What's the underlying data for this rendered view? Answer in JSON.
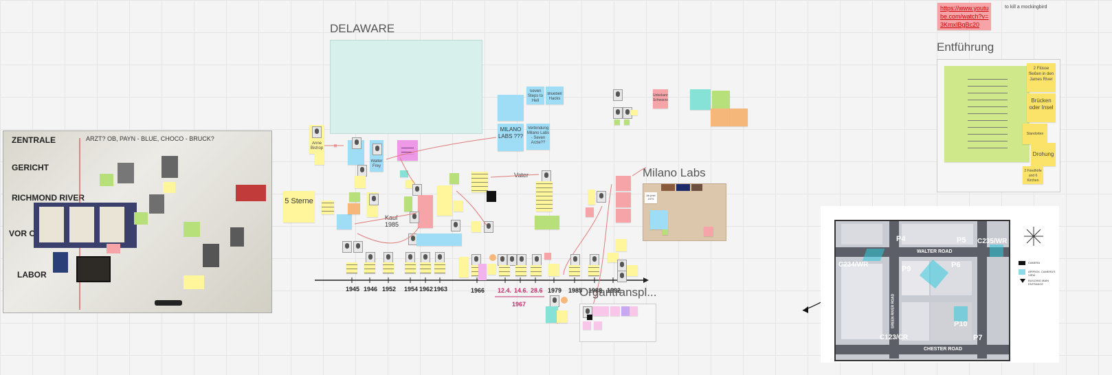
{
  "frames": {
    "delaware": "DELAWARE",
    "milano": "Milano Labs",
    "organ": "Organtranspl...",
    "entfuehrung": "Entführung"
  },
  "whiteboard": {
    "row1": "ZENTRALE",
    "row2": "GERICHT",
    "row3": "RICHMOND RIVER",
    "row4": "VOR ORT",
    "row5": "LABOR",
    "top_note": "ARZT? OB, PAYN - BLUE, CHOCO - BRUCK?"
  },
  "notes": {
    "five_stars": "5 Sterne",
    "kauf": "Kauf",
    "kauf_year": "1985",
    "vater": "Vater",
    "milano_labs_q": "MILANO LABS ???",
    "seven_steps": "Seven Steps to Hell",
    "bluebell": "Bluebell Hacks",
    "verbindung": "Verbindung Milano Labs - Seven Arzte??",
    "anne_bishop": "Anne Bishop",
    "walter_frey": "Walter Frey",
    "since_1979": "Ab jetzt 1979",
    "unknown_victims": "Unbekannte Schwarze",
    "fluesse": "2 Flüsse fließen in den James River",
    "bruecken": "Brücken oder Insel",
    "drohung": "Drohung",
    "standorte": "Standorten",
    "friedhoefe": "2 Friedhöfe und 6 Kirchen",
    "link": "https://www.youtube.com/watch?v=3KmxIBgBc20",
    "mockingbird": "to kill a mockingbird"
  },
  "timeline": {
    "years": [
      "1945",
      "1946",
      "1952",
      "1954",
      "1962",
      "1963",
      "1966",
      "1979",
      "1985",
      "1988",
      "1992"
    ],
    "dates": [
      "12.4.",
      "14.6.",
      "28.6"
    ],
    "dates_year": "1967"
  },
  "map": {
    "labels": [
      "P4",
      "P5",
      "C235/WR",
      "C234/WR",
      "P6",
      "P9",
      "P10",
      "C123/CR",
      "P7"
    ],
    "roads": [
      "WALTER ROAD",
      "CHESTER ROAD",
      "GREEN RIVER ROAD"
    ],
    "legend": [
      "CAMERA",
      "APPROX. CAMERA'S VIEW",
      "BUILDING MAIN ENTRANCE"
    ]
  },
  "colors": {
    "sticky_yellow": "#fff59a",
    "sticky_pink": "#f7a4a8",
    "sticky_blue": "#9fdcf6",
    "sticky_green": "#b7e07a",
    "frame_teal": "#d8f0ec",
    "date_magenta": "#c0306a"
  }
}
